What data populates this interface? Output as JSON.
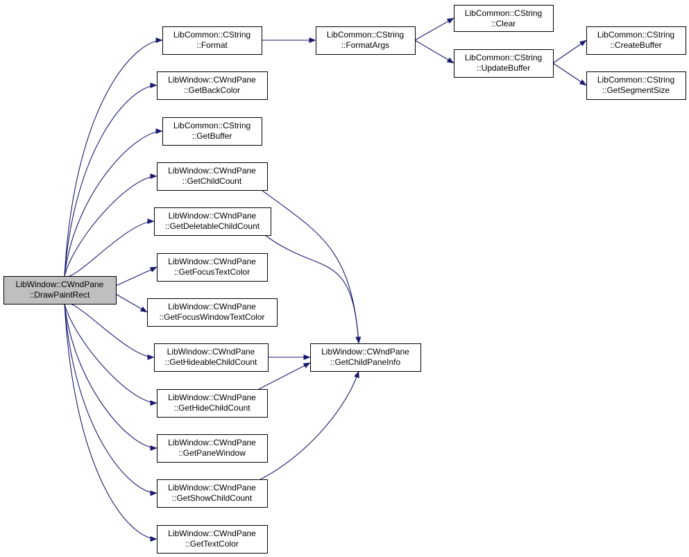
{
  "colors": {
    "edge": "#191970",
    "node_fill": "#ffffff",
    "root_fill": "#bfbfbf",
    "node_border": "#000000"
  },
  "nodes": [
    {
      "id": "root",
      "line1": "LibWindow::CWndPane",
      "line2": "::DrawPaintRect",
      "root": true
    },
    {
      "id": "format",
      "line1": "LibCommon::CString",
      "line2": "::Format"
    },
    {
      "id": "formatargs",
      "line1": "LibCommon::CString",
      "line2": "::FormatArgs"
    },
    {
      "id": "clear",
      "line1": "LibCommon::CString",
      "line2": "::Clear"
    },
    {
      "id": "updatebuffer",
      "line1": "LibCommon::CString",
      "line2": "::UpdateBuffer"
    },
    {
      "id": "createbuffer",
      "line1": "LibCommon::CString",
      "line2": "::CreateBuffer"
    },
    {
      "id": "getsegmentsize",
      "line1": "LibCommon::CString",
      "line2": "::GetSegmentSize"
    },
    {
      "id": "getbackcolor",
      "line1": "LibWindow::CWndPane",
      "line2": "::GetBackColor"
    },
    {
      "id": "getbuffer",
      "line1": "LibCommon::CString",
      "line2": "::GetBuffer"
    },
    {
      "id": "getchildcount",
      "line1": "LibWindow::CWndPane",
      "line2": "::GetChildCount"
    },
    {
      "id": "getdeletablechildcount",
      "line1": "LibWindow::CWndPane",
      "line2": "::GetDeletableChildCount"
    },
    {
      "id": "getfocustextcolor",
      "line1": "LibWindow::CWndPane",
      "line2": "::GetFocusTextColor"
    },
    {
      "id": "getfocuswindowtextcolor",
      "line1": "LibWindow::CWndPane",
      "line2": "::GetFocusWindowTextColor"
    },
    {
      "id": "gethideablechildcount",
      "line1": "LibWindow::CWndPane",
      "line2": "::GetHideableChildCount"
    },
    {
      "id": "gethidechildcount",
      "line1": "LibWindow::CWndPane",
      "line2": "::GetHideChildCount"
    },
    {
      "id": "getpanewindow",
      "line1": "LibWindow::CWndPane",
      "line2": "::GetPaneWindow"
    },
    {
      "id": "getshowchildcount",
      "line1": "LibWindow::CWndPane",
      "line2": "::GetShowChildCount"
    },
    {
      "id": "gettextcolor",
      "line1": "LibWindow::CWndPane",
      "line2": "::GetTextColor"
    },
    {
      "id": "getchildpaneinfo",
      "line1": "LibWindow::CWndPane",
      "line2": "::GetChildPaneInfo"
    }
  ],
  "edges": [
    {
      "from": "root",
      "to": "format"
    },
    {
      "from": "root",
      "to": "getbackcolor"
    },
    {
      "from": "root",
      "to": "getbuffer"
    },
    {
      "from": "root",
      "to": "getchildcount"
    },
    {
      "from": "root",
      "to": "getdeletablechildcount"
    },
    {
      "from": "root",
      "to": "getfocustextcolor"
    },
    {
      "from": "root",
      "to": "getfocuswindowtextcolor"
    },
    {
      "from": "root",
      "to": "gethideablechildcount"
    },
    {
      "from": "root",
      "to": "gethidechildcount"
    },
    {
      "from": "root",
      "to": "getpanewindow"
    },
    {
      "from": "root",
      "to": "getshowchildcount"
    },
    {
      "from": "root",
      "to": "gettextcolor"
    },
    {
      "from": "format",
      "to": "formatargs"
    },
    {
      "from": "formatargs",
      "to": "clear"
    },
    {
      "from": "formatargs",
      "to": "updatebuffer"
    },
    {
      "from": "updatebuffer",
      "to": "createbuffer"
    },
    {
      "from": "updatebuffer",
      "to": "getsegmentsize"
    },
    {
      "from": "getchildcount",
      "to": "getchildpaneinfo"
    },
    {
      "from": "getdeletablechildcount",
      "to": "getchildpaneinfo"
    },
    {
      "from": "gethideablechildcount",
      "to": "getchildpaneinfo"
    },
    {
      "from": "gethidechildcount",
      "to": "getchildpaneinfo"
    },
    {
      "from": "getshowchildcount",
      "to": "getchildpaneinfo"
    }
  ]
}
